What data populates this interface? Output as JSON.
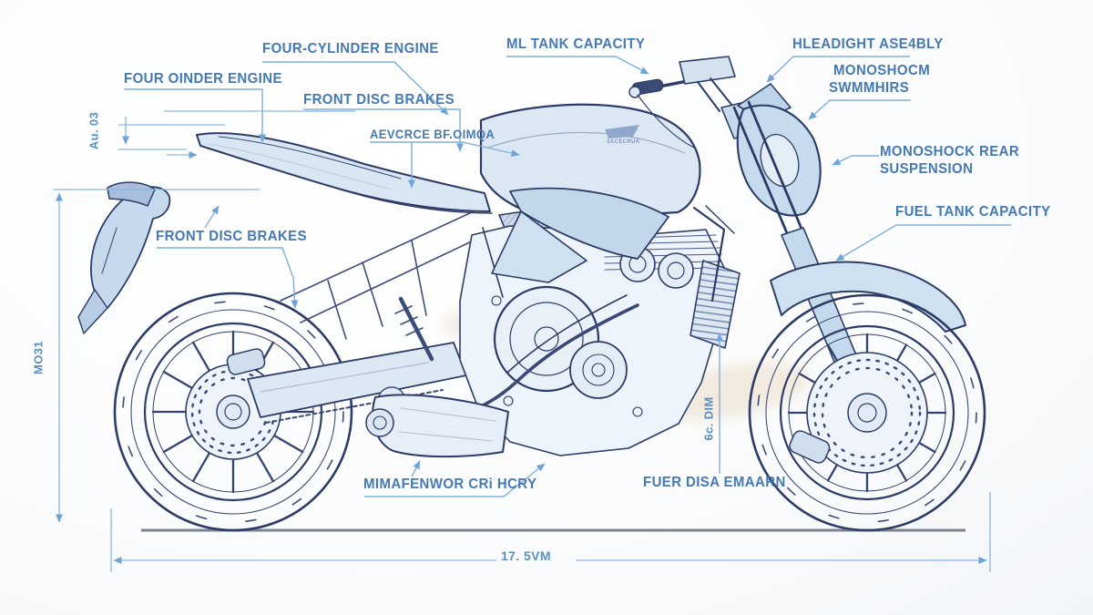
{
  "meta": {
    "style": "blueprint-technical-diagram",
    "subject": "naked sport motorcycle side view",
    "label_color": "#4579b4",
    "leader_color": "#7fb0dc",
    "line_dark": "#2c3c66",
    "panel_fill": "#d6e4f2",
    "ground_color": "#7d838d",
    "background": "#fafbfd"
  },
  "labels": {
    "four_cylinder_engine": "FOUR-CYLINDER ENGINE",
    "four_oinder_engine": "FOUR OINDER ENGINE",
    "front_disc_brakes_top": "FRONT DISC BRAKES",
    "aevcrce": "AEVCRCE BF.OIMQA",
    "ml_tank_capacity": "ML TANK CAPACITY",
    "headlight_assembly": "HLEADIGHT ASE4BLY",
    "monoshock_swingarm_line1": "MONOSHOCM",
    "monoshock_swingarm_line2": "SWMMHIRS",
    "monoshock_rear_line1": "MONOSHOCK REAR",
    "monoshock_rear_line2": "SUSPENSION",
    "fuel_tank_capacity": "FUEL TANK CAPACITY",
    "front_disc_brakes_left": "FRONT DISC BRAKES",
    "muffler_label": "MIMAFENWOR CRi HCRY",
    "front_disc_label": "FUER DISA EMAARN",
    "tank_badge": "3ACECRUA"
  },
  "dimensions": {
    "wheelbase": "17. 5VM",
    "overall_height": "MO31",
    "tail_offset": "Au. 03",
    "mid_height": "6c. DIM"
  }
}
